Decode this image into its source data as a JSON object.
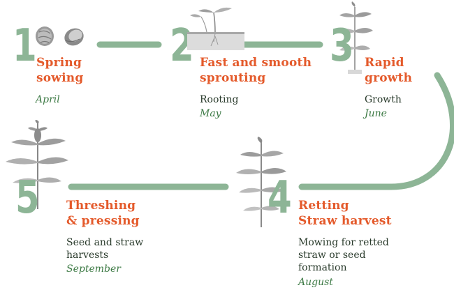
{
  "stages": [
    {
      "number": "1",
      "title_line1": "Spring",
      "title_line2": "sowing",
      "desc_lines": [],
      "month": "April",
      "illustration": "seed-icon"
    },
    {
      "number": "2",
      "title_line1": "Fast and smooth",
      "title_line2": "sprouting",
      "desc_lines": [
        "Rooting"
      ],
      "month": "May",
      "illustration": "sprout-icon"
    },
    {
      "number": "3",
      "title_line1": "Rapid",
      "title_line2": "growth",
      "desc_lines": [
        "Growth"
      ],
      "month": "June",
      "illustration": "young-plant-icon"
    },
    {
      "number": "4",
      "title_line1": "Retting",
      "title_line2": "Straw harvest",
      "desc_lines": [
        "Mowing for retted",
        "straw or seed",
        "formation"
      ],
      "month": "August",
      "illustration": "tall-plant-icon"
    },
    {
      "number": "5",
      "title_line1": "Threshing",
      "title_line2": "& pressing",
      "desc_lines": [
        "Seed and straw",
        "harvests"
      ],
      "month": "September",
      "illustration": "mature-plant-icon"
    }
  ],
  "colors": {
    "number": "#8db596",
    "connector": "#8db596",
    "title": "#e45a2b",
    "month": "#3d7a45",
    "desc": "#2a3b2c",
    "illustration": "#7d7d7d"
  }
}
